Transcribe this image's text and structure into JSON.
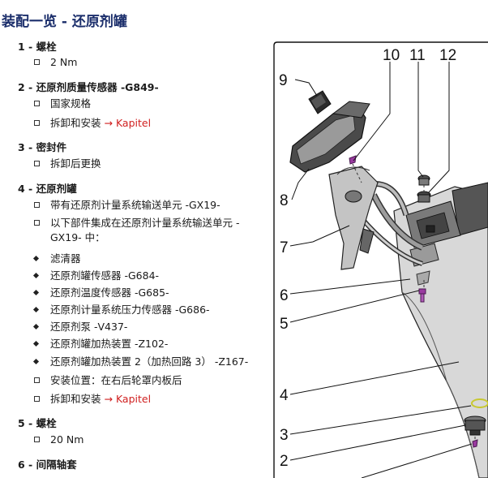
{
  "page": {
    "title": "装配一览 - 还原剂罐"
  },
  "items": [
    {
      "num": "1 -",
      "label": "螺栓",
      "subs": [
        {
          "marker": "square",
          "text": "2 Nm"
        }
      ]
    },
    {
      "num": "2 -",
      "label": "还原剂质量传感器 -G849-",
      "subs": [
        {
          "marker": "square",
          "text": "国家规格"
        },
        {
          "marker": "square",
          "text": "拆卸和安装",
          "link": "→ Kapitel"
        }
      ]
    },
    {
      "num": "3 -",
      "label": "密封件",
      "subs": [
        {
          "marker": "square",
          "text": "拆卸后更换"
        }
      ]
    },
    {
      "num": "4 -",
      "label": "还原剂罐",
      "subs": [
        {
          "marker": "square",
          "text": "带有还原剂计量系统输送单元 -GX19-"
        },
        {
          "marker": "square",
          "text": "以下部件集成在还原剂计量系统输送单元 -",
          "text2": "GX19- 中："
        },
        {
          "marker": "diamond",
          "text": "滤清器"
        },
        {
          "marker": "diamond",
          "text": "还原剂罐传感器 -G684-"
        },
        {
          "marker": "diamond",
          "text": "还原剂温度传感器 -G685-"
        },
        {
          "marker": "diamond",
          "text": "还原剂计量系统压力传感器 -G686-"
        },
        {
          "marker": "diamond",
          "text": "还原剂泵 -V437-"
        },
        {
          "marker": "diamond",
          "text": "还原剂罐加热装置 -Z102-"
        },
        {
          "marker": "diamond",
          "text": "还原剂罐加热装置 2（加热回路 3） -Z167-"
        },
        {
          "marker": "square",
          "text": "安装位置：在右后轮罩内板后"
        },
        {
          "marker": "square",
          "text": "拆卸和安装",
          "link": "→ Kapitel"
        }
      ]
    },
    {
      "num": "5 -",
      "label": "螺栓",
      "subs": [
        {
          "marker": "square",
          "text": "20 Nm"
        }
      ]
    },
    {
      "num": "6 -",
      "label": "间隔轴套",
      "subs": []
    }
  ],
  "diagram": {
    "callouts": [
      "9",
      "10",
      "11",
      "12",
      "8",
      "7",
      "6",
      "5",
      "4",
      "3",
      "2"
    ],
    "colors": {
      "line": "#111111",
      "part_dark": "#3a3a3a",
      "part_mid": "#8a8a8a",
      "part_light": "#c8c8c8",
      "title": "#1b2e6b",
      "link": "#d02020"
    }
  }
}
